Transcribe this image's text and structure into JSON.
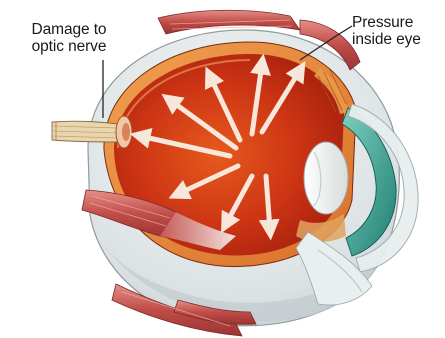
{
  "labels": {
    "optic_nerve": {
      "line1": "Damage to",
      "line2": "optic nerve"
    },
    "pressure": {
      "line1": "Pressure",
      "line2": "inside eye"
    }
  },
  "colors": {
    "interior_red": "#c62a12",
    "interior_orange": "#e0661c",
    "sclera": "#dde2e4",
    "muscle": "#c9605c",
    "iris_teal": "#2f9a8a",
    "arrow": "#f7e6da",
    "leader_line": "#222222"
  },
  "icons": [
    "eyeball-cross-section",
    "pressure-arrows",
    "optic-nerve",
    "eye-muscles",
    "lens",
    "cornea"
  ]
}
